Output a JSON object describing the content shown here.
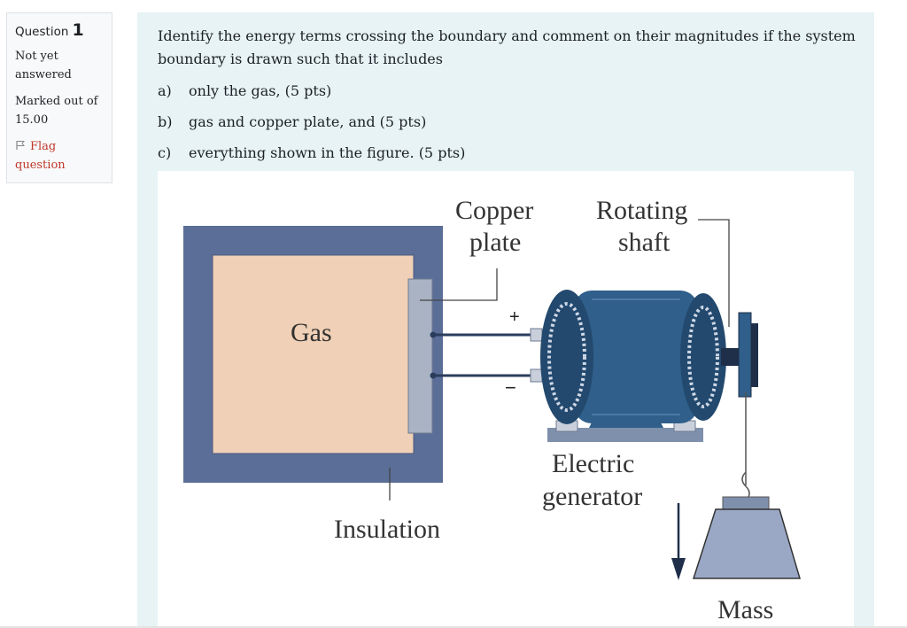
{
  "info": {
    "question_label": "Question",
    "question_number": "1",
    "state": "Not yet answered",
    "grade": "Marked out of 15.00",
    "flag_label": "Flag question"
  },
  "question": {
    "text": "Identify the energy terms crossing the boundary and comment on their magnitudes if the system boundary is drawn such that it includes",
    "parts": [
      {
        "label": "a)",
        "text": "only the gas,   (5 pts)"
      },
      {
        "label": "b)",
        "text": "gas and copper plate, and  (5 pts)"
      },
      {
        "label": "c)",
        "text": "everything shown in the figure.   (5 pts)"
      }
    ]
  },
  "figure": {
    "gas": "Gas",
    "insulation": "Insulation",
    "copper_1": "Copper",
    "copper_2": "plate",
    "rotating_1": "Rotating",
    "rotating_2": "shaft",
    "electric_1": "Electric",
    "electric_2": "generator",
    "mass": "Mass",
    "plus": "+",
    "minus": "−"
  },
  "colors": {
    "accent_flag": "#c0392b",
    "panel_bg": "#e7f3f5",
    "insulation": "#5a6e98",
    "gas_fill": "#f0d0b6",
    "generator": "#2f5f8a",
    "mass": "#9aa8c6"
  }
}
